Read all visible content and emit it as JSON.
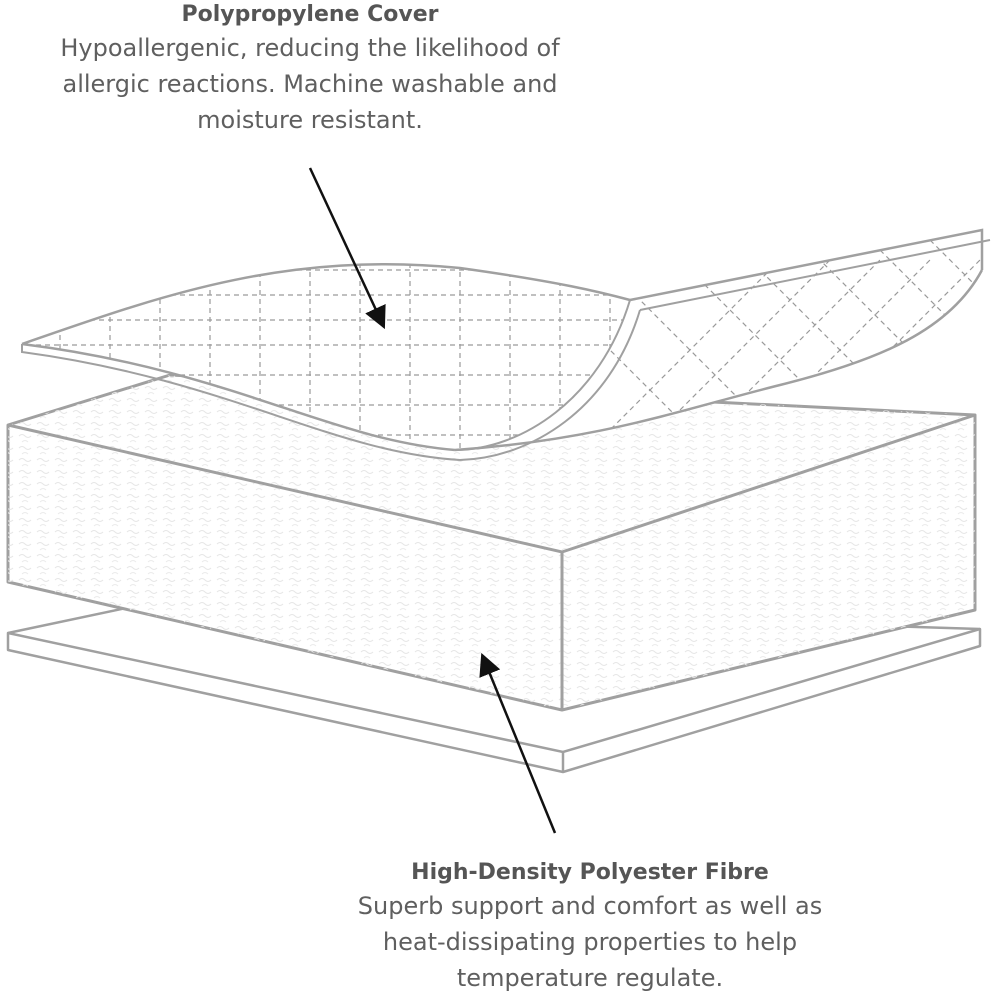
{
  "cover": {
    "title": "Polypropylene Cover",
    "lines": [
      "Hypoallergenic, reducing the likelihood of",
      "allergic reactions. Machine washable and",
      "moisture resistant."
    ]
  },
  "fibre": {
    "title": "High-Density Polyester Fibre",
    "lines": [
      "Superb support and comfort as well as",
      "heat-dissipating properties to help",
      "temperature regulate."
    ]
  },
  "colors": {
    "outline": "#a0a0a0",
    "text": "#5f5f5f",
    "title_text": "#555555",
    "arrow": "#111111",
    "quilt_lines": "#9a9a9a",
    "texture": "#e6e6e6"
  }
}
